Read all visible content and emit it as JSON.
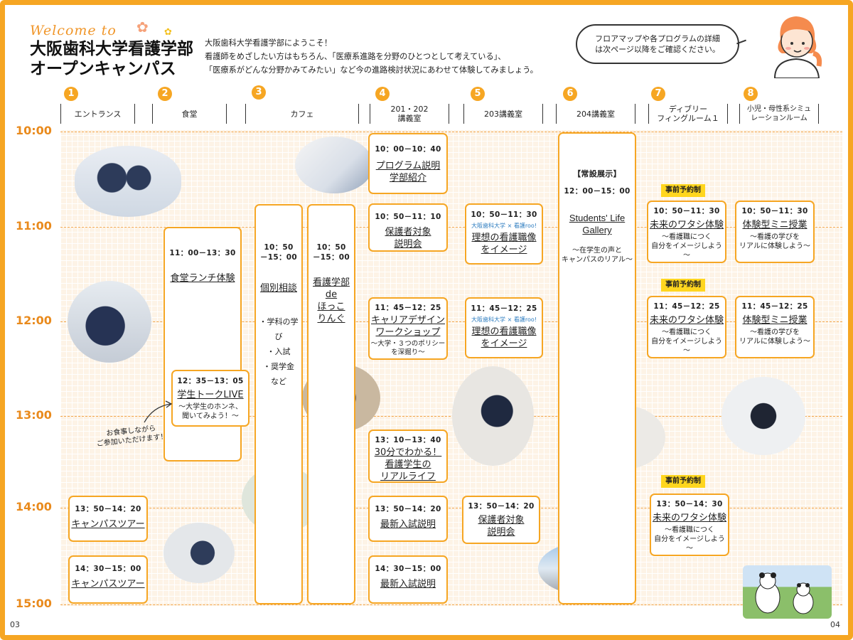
{
  "header": {
    "welcome": "Welcome to",
    "title_line1": "大阪歯科大学看護学部",
    "title_line2": "オープンキャンパス",
    "intro": [
      "大阪歯科大学看護学部にようこそ！",
      "看護師をめざしたい方はもちろん、「医療系進路を分野のひとつとして考えている」、",
      "「医療系がどんな分野かみてみたい」など今の進路検討状況にあわせて体験してみましょう。"
    ],
    "bubble_line1": "フロアマップや各プログラムの詳細",
    "bubble_line2": "は次ページ以降をご確認ください。"
  },
  "columns": [
    {
      "num": "1",
      "label": "エントランス"
    },
    {
      "num": "2",
      "label": "食堂"
    },
    {
      "num": "3",
      "label": "カフェ"
    },
    {
      "num": "4",
      "label": "201・202\n講義室"
    },
    {
      "num": "5",
      "label": "203講義室"
    },
    {
      "num": "6",
      "label": "204講義室"
    },
    {
      "num": "7",
      "label": "ディブリー\nフィングルーム１"
    },
    {
      "num": "8",
      "label": "小児・母性系シミュ\nレーションルーム"
    }
  ],
  "times": [
    "10:00",
    "11:00",
    "12:00",
    "13:00",
    "14:00",
    "15:00"
  ],
  "events": {
    "e1": {
      "time": "13：50－14：20",
      "name": "キャンパスツアー"
    },
    "e2": {
      "time": "14：30－15：00",
      "name": "キャンパスツアー"
    },
    "lunch": {
      "time": "11：00－13：30",
      "name": "食堂ランチ体験"
    },
    "talk": {
      "time": "12：35－13：05",
      "name": "学生トークLIVE",
      "sub": "～大学生のホンネ、\n聞いてみよう！～"
    },
    "lunch_note": "お食事しながら\nご参加いただけます！",
    "consult": {
      "time": "10：50\n－15：00",
      "name": "個別相談",
      "sub": "・学科の学び\n・入試\n・奨学金\nなど"
    },
    "ringo": {
      "time": "10：50\n－15：00",
      "name": "看護学部\nde\nほっこ\nりんぐ"
    },
    "c4a": {
      "time": "10：00－10：40",
      "name": "プログラム説明\n学部紹介"
    },
    "c4b": {
      "time": "10：50－11：10",
      "name": "保護者対象\n説明会"
    },
    "c4c": {
      "time": "11：45－12：25",
      "name": "キャリアデザイン\nワークショップ",
      "sub": "～大学・３つのポリシー\nを深掘り～"
    },
    "c4d": {
      "time": "13：10－13：40",
      "name": "30分でわかる！\n看護学生の\nリアルライフ"
    },
    "c4e": {
      "time": "13：50－14：20",
      "name": "最新入試説明"
    },
    "c4f": {
      "time": "14：30－15：00",
      "name": "最新入試説明"
    },
    "c5a": {
      "time": "10：50－11：30",
      "logo": "大阪歯科大学 × 看護roo!",
      "name": "理想の看護職像\nをイメージ"
    },
    "c5b": {
      "time": "11：45－12：25",
      "logo": "大阪歯科大学 × 看護roo!",
      "name": "理想の看護職像\nをイメージ"
    },
    "c5c": {
      "time": "13：50－14：20",
      "name": "保護者対象\n説明会"
    },
    "c6": {
      "tag": "【常設展示】",
      "time": "12：00－15：00",
      "name": "Students' Life\nGallery",
      "sub": "～在学生の声と\nキャンパスのリアル～"
    },
    "c7a": {
      "tag": "事前予約制",
      "time": "10：50－11：30",
      "name": "未来のワタシ体験",
      "sub": "～看護職につく\n自分をイメージしよう～"
    },
    "c7b": {
      "tag": "事前予約制",
      "time": "11：45－12：25",
      "name": "未来のワタシ体験",
      "sub": "～看護職につく\n自分をイメージしよう～"
    },
    "c7c": {
      "tag": "事前予約制",
      "time": "13：50－14：30",
      "name": "未来のワタシ体験",
      "sub": "～看護職につく\n自分をイメージしよう～"
    },
    "c8a": {
      "time": "10：50－11：30",
      "name": "体験型ミニ授業",
      "sub": "～看護の学びを\nリアルに体験しよう～"
    },
    "c8b": {
      "time": "11：45－12：25",
      "name": "体験型ミニ授業",
      "sub": "～看護の学びを\nリアルに体験しよう～"
    }
  },
  "footer": {
    "left": "03",
    "right": "04"
  },
  "colors": {
    "accent": "#f6a623",
    "time": "#e98a1c",
    "grid": "#fdf3e6",
    "tag": "#ffd61f"
  }
}
